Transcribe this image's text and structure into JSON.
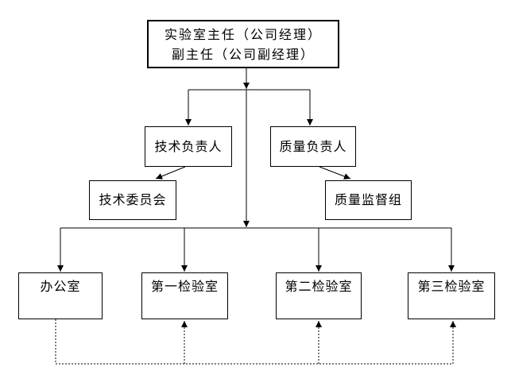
{
  "diagram": {
    "type": "org-chart",
    "colors": {
      "background": "#ffffff",
      "line": "#000000",
      "text": "#000000",
      "box_border": "#000000"
    },
    "nodes": {
      "director": {
        "line1": "实验室主任（公司经理）",
        "line2": "副主任（公司副经理）"
      },
      "technical_lead": {
        "label": "技术负责人"
      },
      "quality_lead": {
        "label": "质量负责人"
      },
      "technical_committee": {
        "label": "技术委员会"
      },
      "quality_supervision": {
        "label": "质量监督组"
      },
      "office": {
        "label": "办公室"
      },
      "lab_1": {
        "label": "第一检验室"
      },
      "lab_2": {
        "label": "第二检验室"
      },
      "lab_3": {
        "label": "第三检验室"
      }
    },
    "edges": [
      {
        "from": "director",
        "to": "technical_lead",
        "style": "solid-arrow"
      },
      {
        "from": "director",
        "to": "quality_lead",
        "style": "solid-arrow"
      },
      {
        "from": "technical_lead",
        "to": "technical_committee",
        "style": "solid-arrow"
      },
      {
        "from": "quality_lead",
        "to": "quality_supervision",
        "style": "solid-arrow"
      },
      {
        "from": "director",
        "to": "office",
        "style": "solid-arrow"
      },
      {
        "from": "director",
        "to": "lab_1",
        "style": "solid-arrow"
      },
      {
        "from": "director",
        "to": "lab_2",
        "style": "solid-arrow"
      },
      {
        "from": "director",
        "to": "lab_3",
        "style": "solid-arrow"
      },
      {
        "from": "office",
        "to": "lab_1",
        "style": "dotted-arrow"
      },
      {
        "from": "office",
        "to": "lab_2",
        "style": "dotted-arrow"
      },
      {
        "from": "office",
        "to": "lab_3",
        "style": "dotted-arrow"
      }
    ]
  }
}
